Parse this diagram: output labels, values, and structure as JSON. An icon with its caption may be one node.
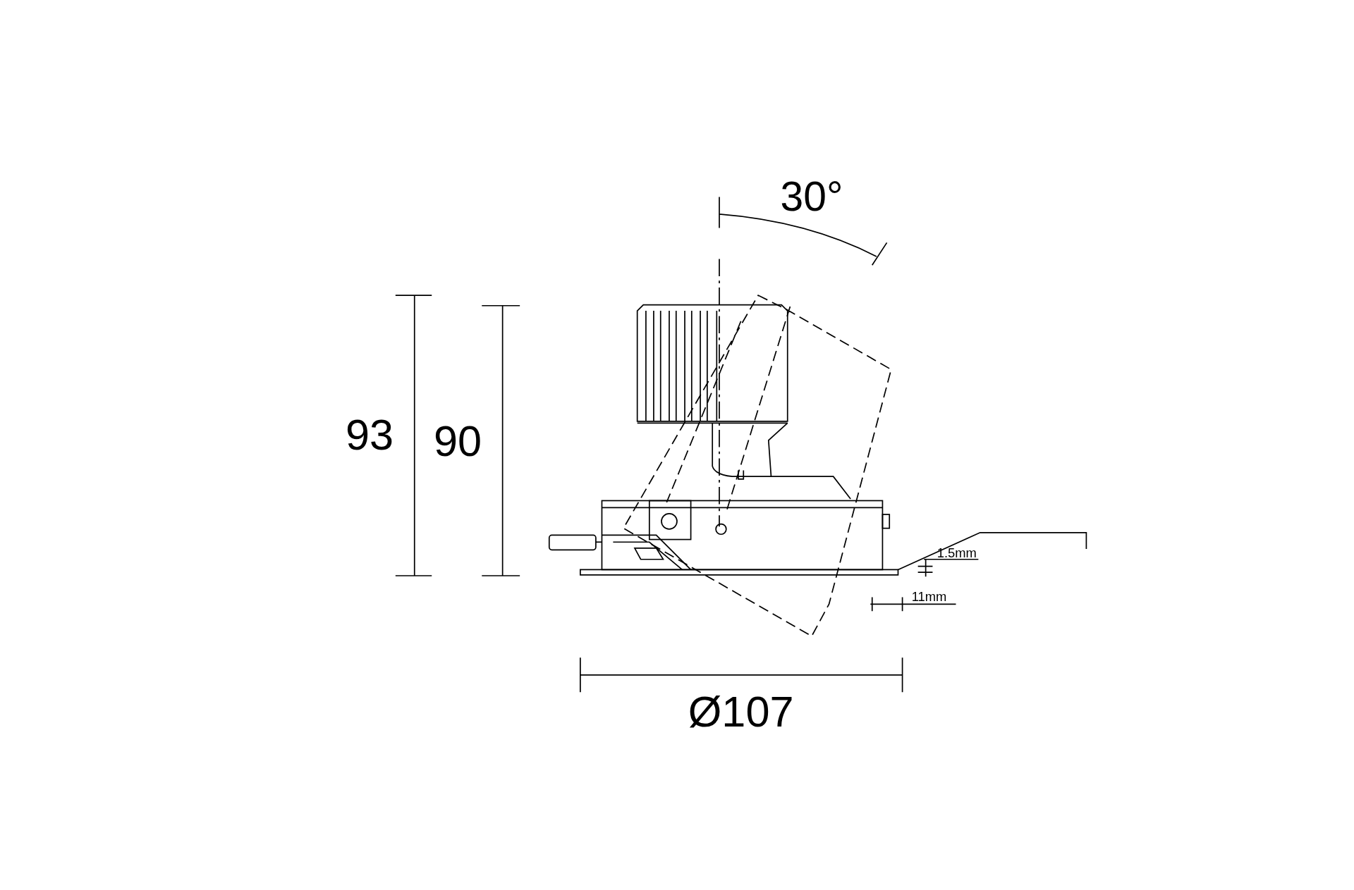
{
  "diagram": {
    "labels": [
      "30°",
      "93",
      "90",
      "1.5mm",
      "11mm",
      "Ø107"
    ]
  }
}
